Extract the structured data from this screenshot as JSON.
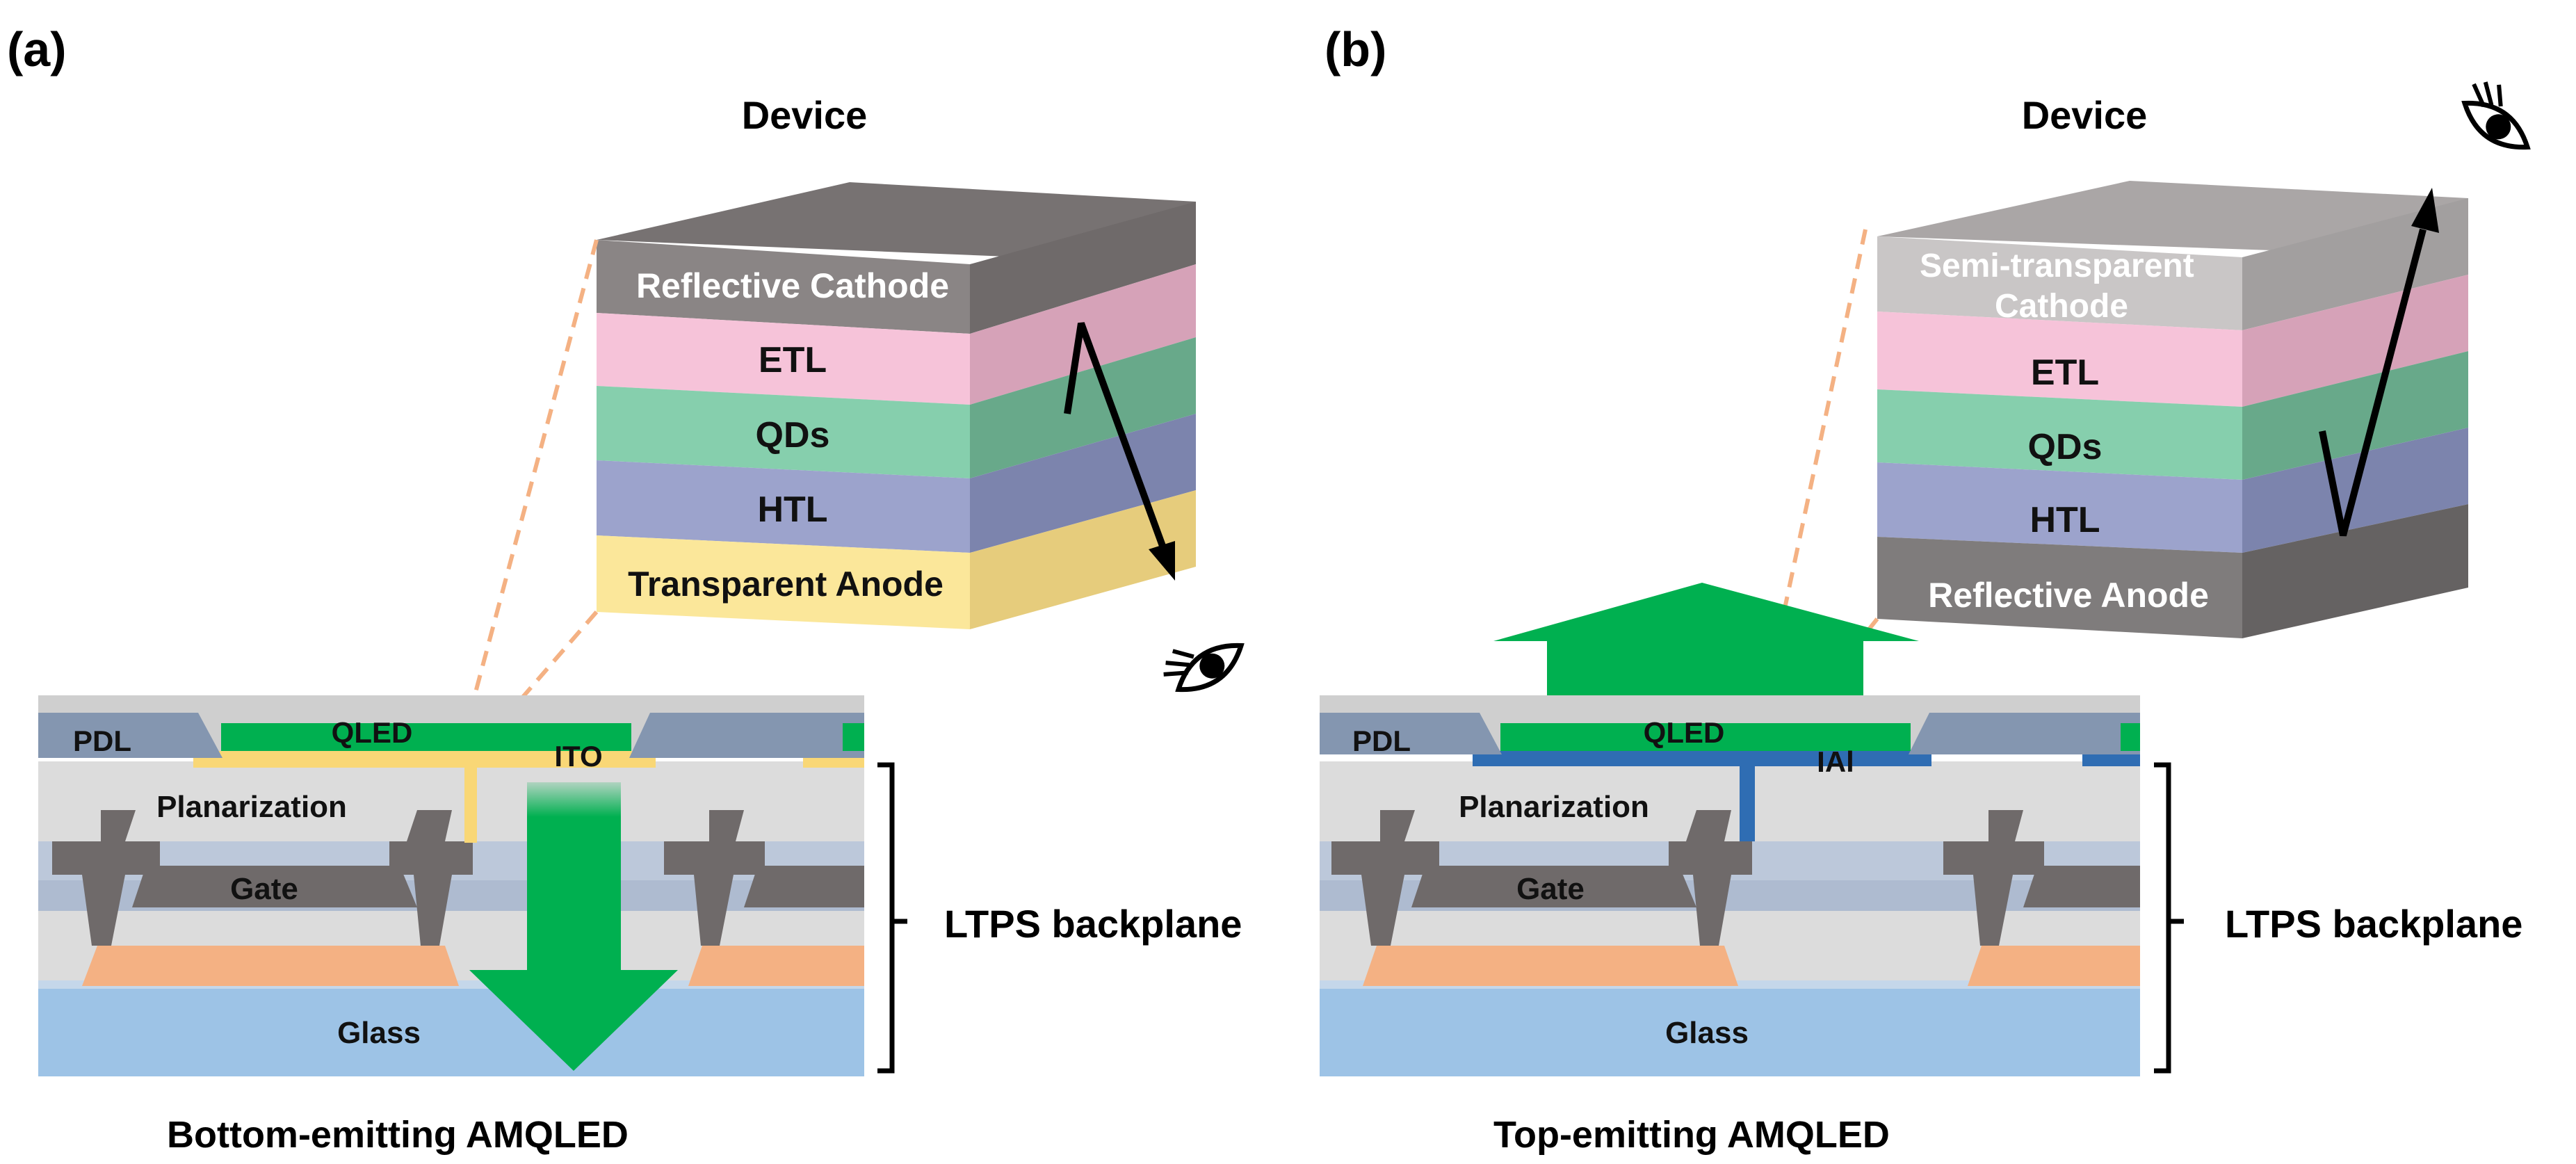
{
  "panels": [
    {
      "id": "a",
      "label": "(a)",
      "device_title": "Device",
      "stack_layers": [
        "Reflective Cathode",
        "ETL",
        "QDs",
        "HTL",
        "Transparent Anode"
      ],
      "backplane": {
        "pdl": "PDL",
        "qled": "QLED",
        "electrode": "ITO",
        "planarization": "Planarization",
        "gate": "Gate",
        "glass": "Glass"
      },
      "bracket_label": "LTPS backplane",
      "caption": "Bottom-emitting AMQLED"
    },
    {
      "id": "b",
      "label": "(b)",
      "device_title": "Device",
      "stack_layers": [
        "Semi-transparent Cathode",
        "ETL",
        "QDs",
        "HTL",
        "Reflective Anode"
      ],
      "backplane": {
        "pdl": "PDL",
        "qled": "QLED",
        "electrode": "IAl",
        "planarization": "Planarization",
        "gate": "Gate",
        "glass": "Glass"
      },
      "bracket_label": "LTPS backplane",
      "caption": "Top-emitting AMQLED"
    }
  ],
  "colors": {
    "cathode_dark": "#858080",
    "cathode_light": "#c9c6c6",
    "etl": "#f6c3d9",
    "qds": "#86cfad",
    "htl": "#9ca3cc",
    "anode_transparent": "#fbe79a",
    "anode_reflective": "#7f7c7c",
    "emission_green": "#00b050",
    "ito": "#f9d776",
    "ial": "#2f6db3",
    "pdl": "#8496b0",
    "planarization": "#dcdcdc",
    "gate_metal": "#6f6a6a",
    "gate_insulator": "#aebbd0",
    "poly_si": "#f4b183",
    "glass": "#9dc3e6",
    "guide_line": "#f4b183"
  }
}
